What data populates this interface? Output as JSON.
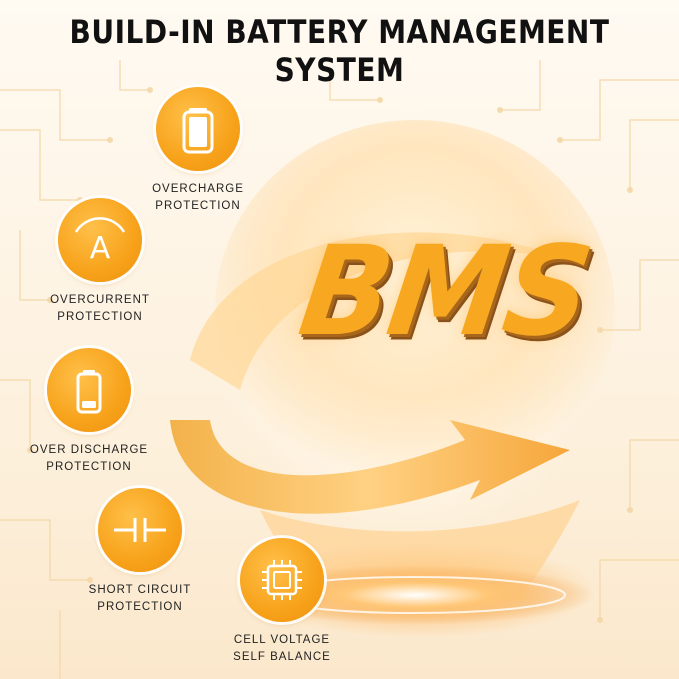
{
  "title": "BUILD-IN BATTERY MANAGEMENT SYSTEM",
  "logo_text": "BMS",
  "features": [
    {
      "icon": "battery-full-icon",
      "line1": "OVERCHARGE",
      "line2": "PROTECTION"
    },
    {
      "icon": "ammeter-icon",
      "line1": "OVERCURRENT",
      "line2": "PROTECTION"
    },
    {
      "icon": "battery-low-icon",
      "line1": "OVER DISCHARGE",
      "line2": "PROTECTION"
    },
    {
      "icon": "capacitor-icon",
      "line1": "SHORT CIRCUIT",
      "line2": "PROTECTION"
    },
    {
      "icon": "chip-icon",
      "line1": "CELL VOLTAGE",
      "line2": "SELF BALANCE"
    }
  ],
  "colors": {
    "accent": "#f7a21a",
    "title": "#111111",
    "label": "#222222",
    "background": "#fdf6ea"
  }
}
